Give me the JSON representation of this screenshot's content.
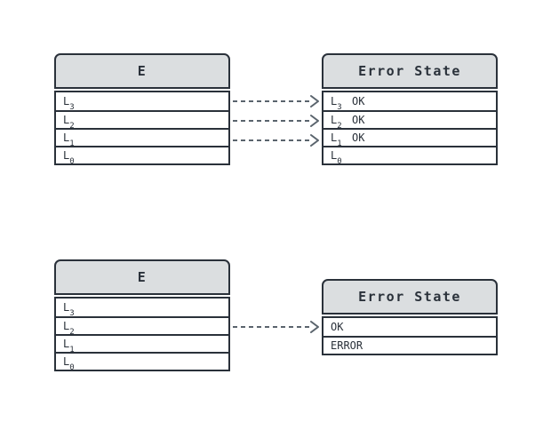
{
  "colors": {
    "canvas-bg": "#ffffff",
    "node-border": "#2a313a",
    "node-header-fill": "#dbdee0",
    "row-fill": "#ffffff",
    "text": "#2a313a",
    "arrow": "#5a646d"
  },
  "top_diagram": {
    "source_table": {
      "title": "E",
      "rows": [
        {
          "label": "L",
          "sub": "3",
          "value": ""
        },
        {
          "label": "L",
          "sub": "2",
          "value": ""
        },
        {
          "label": "L",
          "sub": "1",
          "value": ""
        },
        {
          "label": "L",
          "sub": "0",
          "value": ""
        }
      ]
    },
    "target_table": {
      "title": "Error State",
      "rows": [
        {
          "label": "L",
          "sub": "3",
          "value": "OK"
        },
        {
          "label": "L",
          "sub": "2",
          "value": "OK"
        },
        {
          "label": "L",
          "sub": "1",
          "value": "OK"
        },
        {
          "label": "L",
          "sub": "0",
          "value": ""
        }
      ]
    },
    "arrows": [
      {
        "from": "L3",
        "to": "L3 OK"
      },
      {
        "from": "L2",
        "to": "L2 OK"
      },
      {
        "from": "L1",
        "to": "L1 OK"
      }
    ]
  },
  "bottom_diagram": {
    "source_table": {
      "title": "E",
      "rows": [
        {
          "label": "L",
          "sub": "3",
          "value": ""
        },
        {
          "label": "L",
          "sub": "2",
          "value": ""
        },
        {
          "label": "L",
          "sub": "1",
          "value": ""
        },
        {
          "label": "L",
          "sub": "0",
          "value": ""
        }
      ]
    },
    "target_table": {
      "title": "Error State",
      "rows": [
        {
          "label": "OK",
          "sub": "",
          "value": ""
        },
        {
          "label": "ERROR",
          "sub": "",
          "value": ""
        }
      ]
    },
    "arrows": [
      {
        "from": "L2",
        "to": "OK"
      }
    ]
  }
}
